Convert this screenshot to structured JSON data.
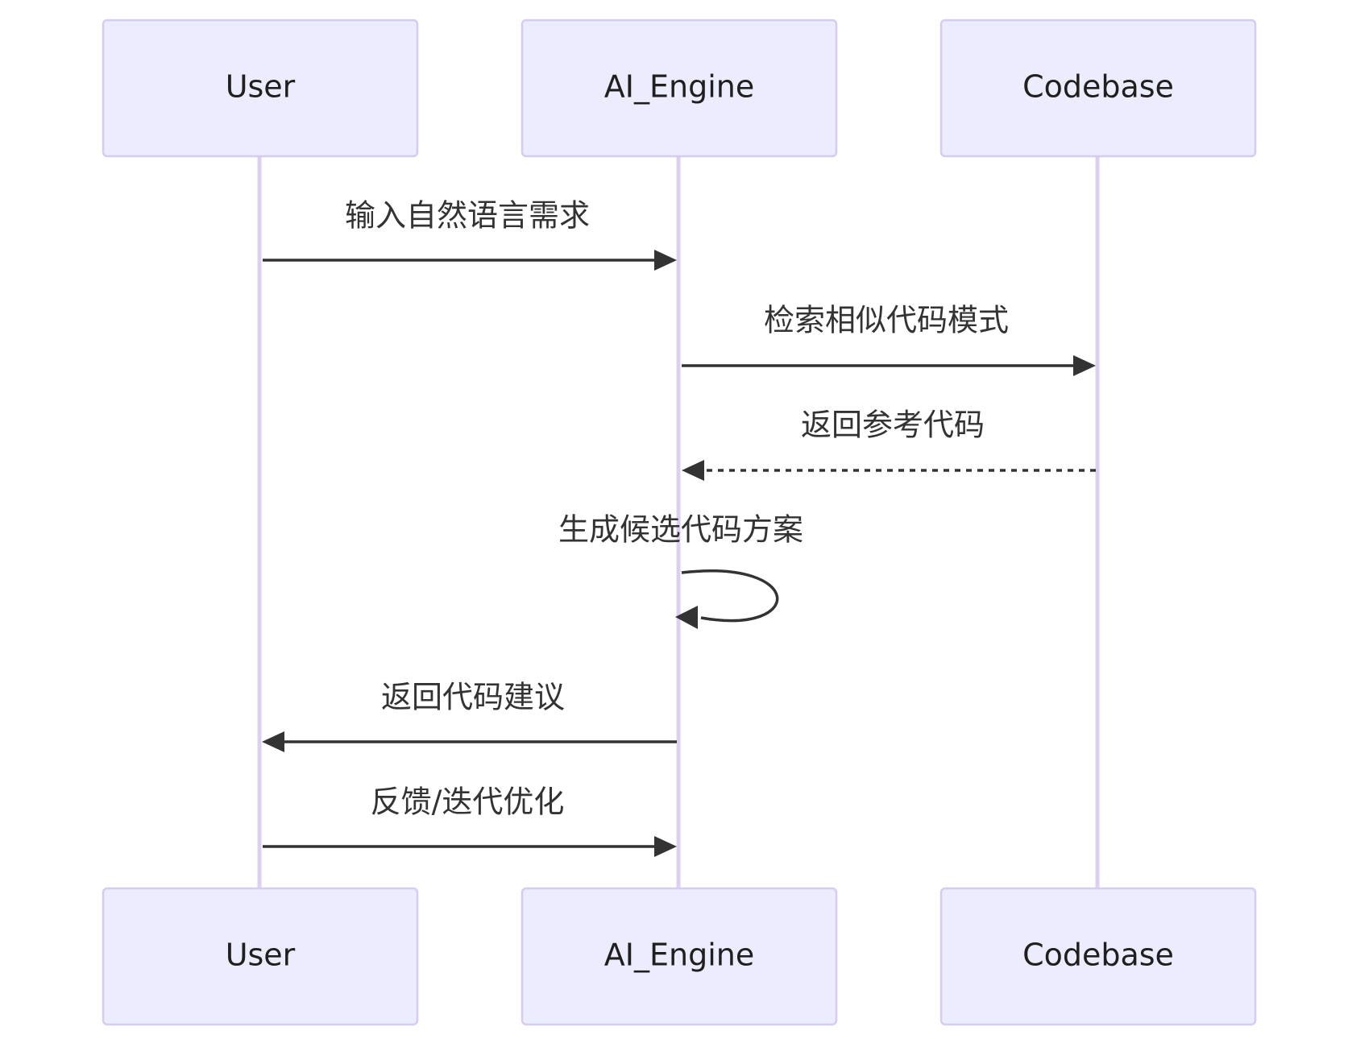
{
  "participants": [
    {
      "id": "user",
      "label": "User"
    },
    {
      "id": "ai",
      "label": "AI_Engine"
    },
    {
      "id": "code",
      "label": "Codebase"
    }
  ],
  "messages": [
    {
      "from": "user",
      "to": "ai",
      "label": "输入自然语言需求",
      "style": "solid"
    },
    {
      "from": "ai",
      "to": "code",
      "label": "检索相似代码模式",
      "style": "solid"
    },
    {
      "from": "code",
      "to": "ai",
      "label": "返回参考代码",
      "style": "dotted"
    },
    {
      "from": "ai",
      "to": "ai",
      "label": "生成候选代码方案",
      "style": "solid"
    },
    {
      "from": "ai",
      "to": "user",
      "label": "返回代码建议",
      "style": "solid"
    },
    {
      "from": "user",
      "to": "ai",
      "label": "反馈/迭代优化",
      "style": "solid"
    }
  ],
  "colors": {
    "actor_fill": "#ECECFF",
    "actor_border": "#D6CCEE",
    "lifeline": "#DCD0F0",
    "line": "#333333"
  }
}
